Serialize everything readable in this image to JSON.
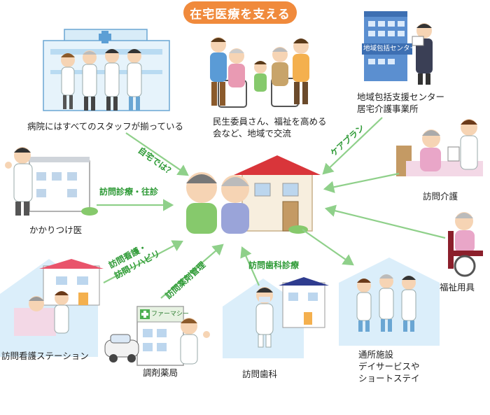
{
  "title": "在宅医療を支える",
  "nodes": {
    "hospital": "病院にはすべてのスタッフが揃っている",
    "community_line1": "民生委員さん、福祉を高める",
    "community_line2": "会など、地域で交流",
    "center_line1": "地域包括支援センター",
    "center_line2": "居宅介護事業所",
    "center_sign": "地域包括センター",
    "family_doctor": "かかりつけ医",
    "home_care": "訪問介護",
    "welfare": "福祉用具",
    "nursing_station": "訪問看護ステーション",
    "pharmacy": "調剤薬局",
    "pharmacy_sign": "ファーマシー",
    "dental": "訪問歯科",
    "day_line1": "通所施設",
    "day_line2": "デイサービスや",
    "day_line3": "ショートステイ"
  },
  "arrows": {
    "jitaku": "自宅では？",
    "careplan": "ケアプラン",
    "houmon_shinryo": "訪問診療・往診",
    "nursing_line1": "訪問看護・",
    "nursing_line2": "訪問リハビリ",
    "yakuzai": "訪問薬剤管理",
    "shika": "訪問歯科診療"
  },
  "colors": {
    "accent": "#f08a3c",
    "arrow": "#8fd08a",
    "arrow_text": "#2e9a36"
  }
}
